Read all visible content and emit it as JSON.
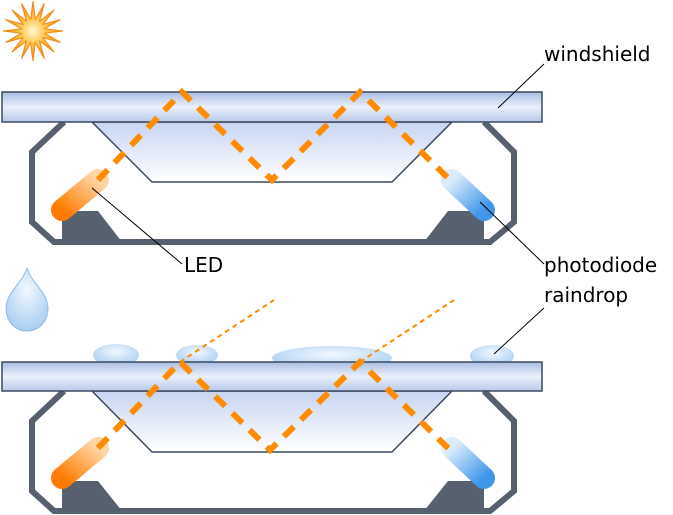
{
  "labels": {
    "windshield": "windshield",
    "led": "LED",
    "photodiode": "photodiode",
    "raindrop": "raindrop"
  },
  "icons": {
    "sun": "sun-icon",
    "raindrop": "raindrop-icon"
  },
  "colors": {
    "ray": "#ff8c00",
    "housing": "#56606e",
    "base": "#56606e",
    "glass_outline": "#3a4a60",
    "glass_fill": "#c4d4ee",
    "led_fill": "#ff8c00",
    "photodiode_fill": "#5aa8f0",
    "drop_fill": "#a8cdf0",
    "sun_fill": "#f7a21b"
  }
}
